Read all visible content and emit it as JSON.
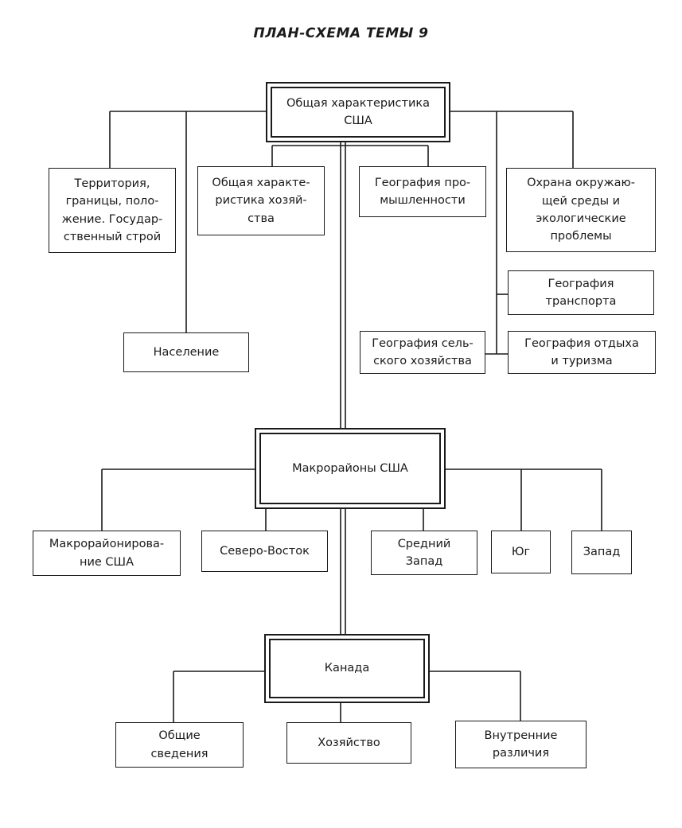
{
  "title": "ПЛАН-СХЕМА ТЕМЫ 9",
  "usa_overview": "Общая характеристика\nСША",
  "usa_topics": {
    "territory": "Территория,\nграницы, поло-\nжение. Государ-\nственный строй",
    "economy": "Общая характе-\nристика хозяй-\nства",
    "industry": "География про-\nмышленности",
    "environment": "Охрана окружаю-\nщей среды и\nэкологические\nпроблемы",
    "population": "Население",
    "transport": "География\nтранспорта",
    "agriculture": "География сель-\nского хозяйства",
    "tourism": "География отдыха\nи туризма"
  },
  "macroregions": "Макрорайоны США",
  "macroregion_items": {
    "zoning": "Макрорайонирова-\nние США",
    "northeast": "Северо-Восток",
    "midwest": "Средний\nЗапад",
    "south": "Юг",
    "west": "Запад"
  },
  "canada": "Канада",
  "canada_items": {
    "general": "Общие\nсведения",
    "economy": "Хозяйство",
    "differences": "Внутренние\nразличия"
  }
}
